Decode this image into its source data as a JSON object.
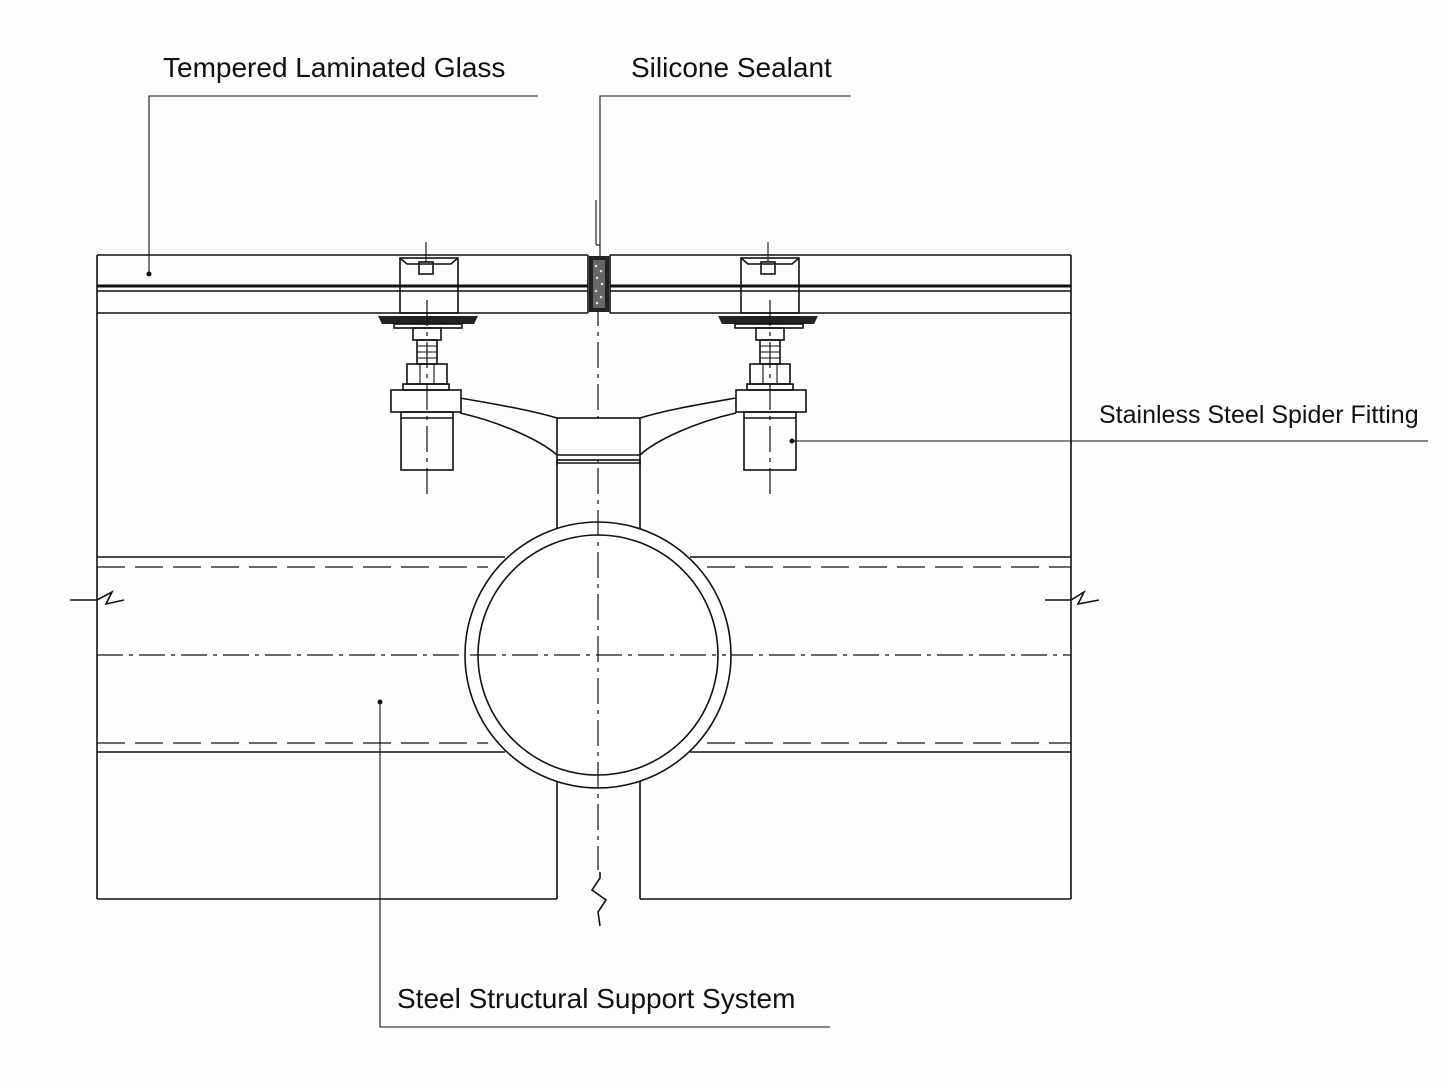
{
  "labels": {
    "glass": "Tempered Laminated Glass",
    "sealant": "Silicone Sealant",
    "spider": "Stainless Steel Spider Fitting",
    "support": "Steel Structural Support System"
  }
}
